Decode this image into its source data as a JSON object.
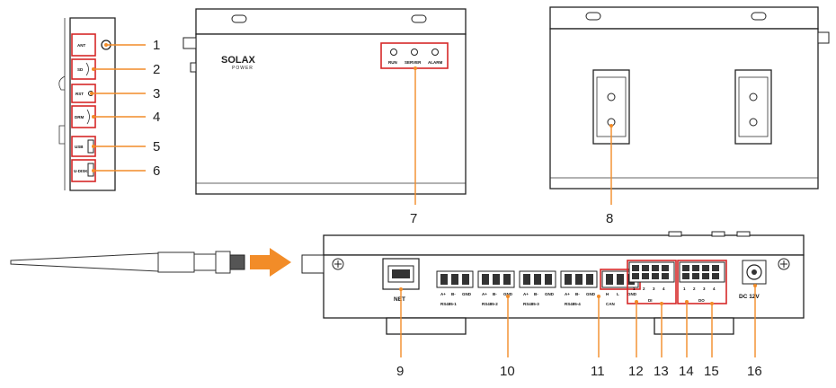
{
  "colors": {
    "callout_line": "#f28c28",
    "highlight_box": "#d62828",
    "arrow": "#f28c28",
    "outline": "#222222"
  },
  "callouts": [
    "1",
    "2",
    "3",
    "4",
    "5",
    "6",
    "7",
    "8",
    "9",
    "10",
    "11",
    "12",
    "13",
    "14",
    "15",
    "16"
  ],
  "side_view": {
    "port_labels": [
      "ANT",
      "SD",
      "RST",
      "DRM",
      "USB",
      "U-DISK"
    ]
  },
  "top_view": {
    "brand": "SOLAX",
    "brand_sub": "POWER",
    "leds": [
      "RUN",
      "SERVER",
      "ALARM"
    ]
  },
  "front_panel": {
    "net_label": "NET",
    "rs485": [
      {
        "pins": [
          "A+",
          "B-",
          "GND"
        ],
        "name": "RS485-1"
      },
      {
        "pins": [
          "A+",
          "B-",
          "GND"
        ],
        "name": "RS485-2"
      },
      {
        "pins": [
          "A+",
          "B-",
          "GND"
        ],
        "name": "RS485-3"
      },
      {
        "pins": [
          "A+",
          "B-",
          "GND"
        ],
        "name": "RS485-4"
      }
    ],
    "can": {
      "pins": [
        "H",
        "L",
        "GND"
      ],
      "name": "CAN"
    },
    "di_pins": [
      "1",
      "2",
      "3",
      "4"
    ],
    "di_label": "DI",
    "do_pins": [
      "1",
      "2",
      "3",
      "4"
    ],
    "do_label": "DO",
    "dc_label": "DC 12V"
  },
  "icons": [
    "antenna-icon",
    "arrow-right-icon",
    "screw-icon",
    "ethernet-port-icon",
    "dc-jack-icon",
    "din-rail-clip-icon"
  ]
}
